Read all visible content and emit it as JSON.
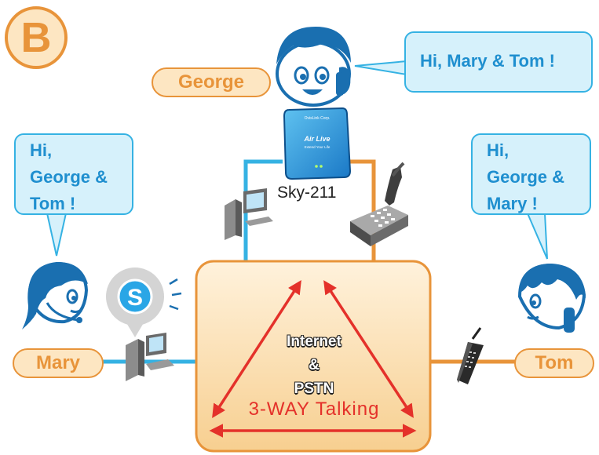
{
  "badge": "B",
  "people": {
    "george": "George",
    "mary": "Mary",
    "tom": "Tom"
  },
  "bubbles": {
    "george": [
      "Hi, Mary & Tom !"
    ],
    "mary": [
      "Hi,",
      "George &",
      "Tom !"
    ],
    "tom": [
      "Hi,",
      "George &",
      "Mary !"
    ]
  },
  "device": {
    "name": "Sky-211",
    "brand_small": "OvisLink Corp.",
    "logo": "Air Live",
    "logo_tag": "Extend Your Life"
  },
  "center": {
    "line1": "Internet",
    "line2": "&",
    "line3": "PSTN",
    "talking": "3-WAY Talking"
  },
  "colors": {
    "orange": "#e8943a",
    "blue": "#35b2e3",
    "red": "#e4312a",
    "box_fill": "#fde6c2"
  }
}
